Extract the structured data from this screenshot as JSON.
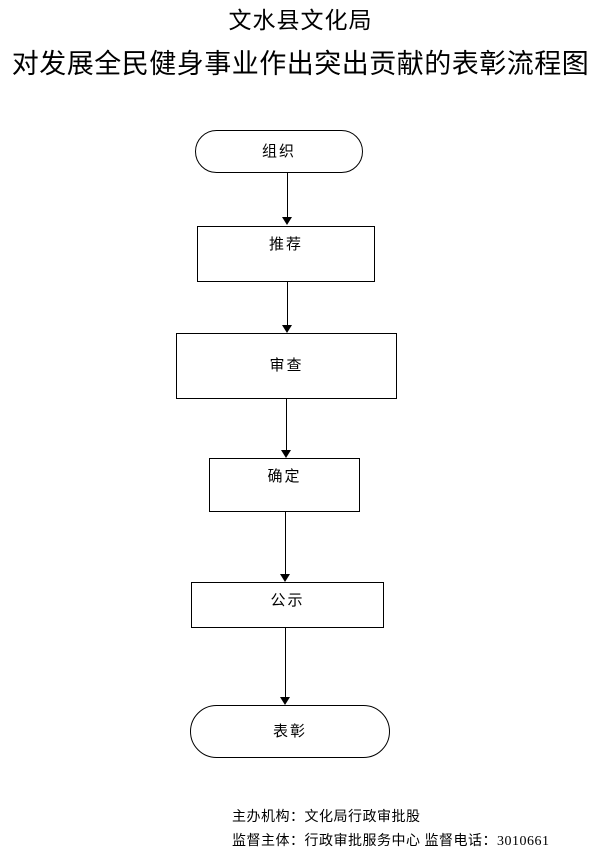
{
  "document": {
    "background_color": "#ffffff",
    "ink_color": "#000000"
  },
  "header": {
    "title_line_1": "文水县文化局",
    "title_line_2": "对发展全民健身事业作出突出贡献的表彰流程图"
  },
  "flowchart": {
    "nodes": [
      {
        "id": "organize",
        "label": "组织",
        "shape": "stadium"
      },
      {
        "id": "recommend",
        "label": "推荐",
        "shape": "rectangle"
      },
      {
        "id": "review",
        "label": "审查",
        "shape": "rectangle"
      },
      {
        "id": "confirm",
        "label": "确定",
        "shape": "rectangle"
      },
      {
        "id": "publicize",
        "label": "公示",
        "shape": "rectangle"
      },
      {
        "id": "commend",
        "label": "表彰",
        "shape": "stadium"
      }
    ],
    "edges": [
      {
        "from": "组织",
        "to": "推荐"
      },
      {
        "from": "推荐",
        "to": "审查"
      },
      {
        "from": "审查",
        "to": "确定"
      },
      {
        "from": "确定",
        "to": "公示"
      },
      {
        "from": "公示",
        "to": "表彰"
      }
    ]
  },
  "footer": {
    "line_1": "主办机构：文化局行政审批股",
    "line_2": "监督主体：行政审批服务中心  监督电话：3010661"
  }
}
